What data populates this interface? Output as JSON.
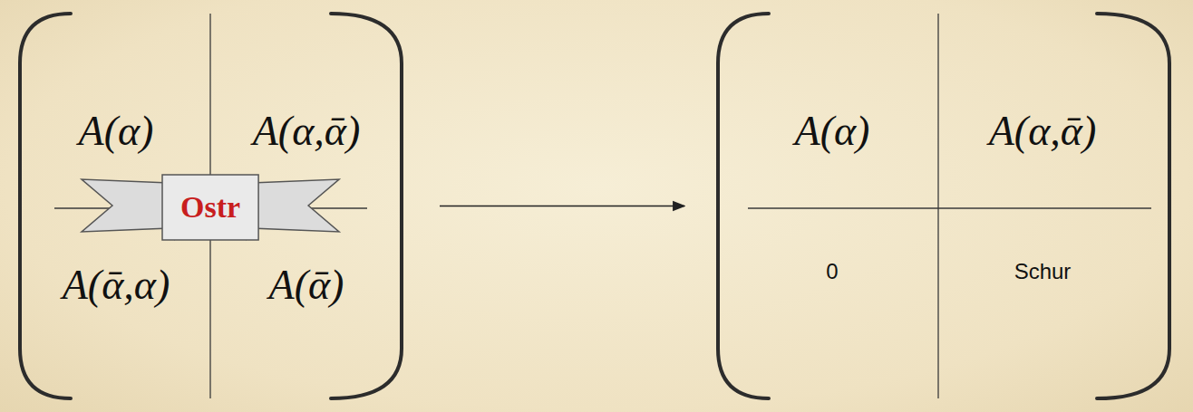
{
  "diagram": {
    "nodes": [
      {
        "text": [
          "A(α)",
          "A(α,ᾱ)",
          "A(ᾱ,α)",
          "A(ᾱ)"
        ]
      },
      {
        "text": [
          "Ostr"
        ],
        "in": 0
      },
      {
        "text": [
          "A(α)",
          "A(α,ᾱ)",
          "0",
          "Schur"
        ]
      }
    ],
    "edges": [
      {
        "from": 0,
        "to": 2,
        "arrow": "to"
      }
    ]
  }
}
